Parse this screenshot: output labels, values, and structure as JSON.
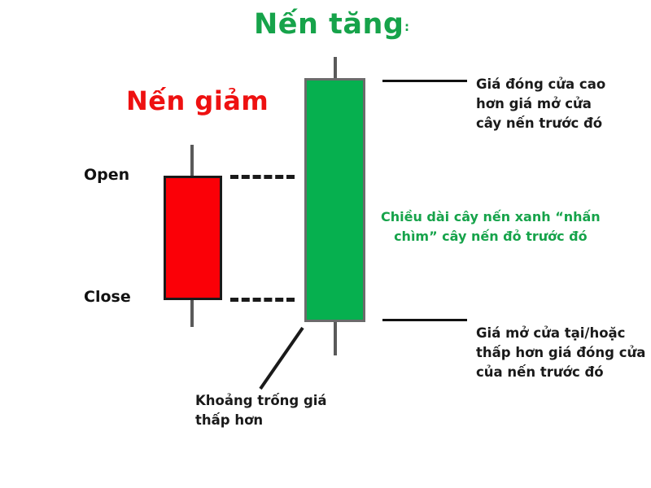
{
  "diagram": {
    "type": "candlestick-pattern-illustration",
    "pattern_name": "Bullish Engulfing",
    "background": "#ffffff"
  },
  "titles": {
    "bullish": "Nến tăng",
    "bullish_mark": ":",
    "bearish": "Nến giảm"
  },
  "axis_labels": {
    "open": "Open",
    "close": "Close"
  },
  "candles": {
    "bearish": {
      "name": "Nến giảm",
      "fill_color": "#fb0007",
      "border_color": "#1a1a1a"
    },
    "bullish": {
      "name": "Nến tăng",
      "fill_color": "#06b04f",
      "border_color": "#6b6b6b"
    }
  },
  "annotations": {
    "close_higher": {
      "lines": [
        "Giá đóng cửa cao",
        "hơn giá mở cửa",
        "cây nến trước đó"
      ],
      "color": "#1a1a1a"
    },
    "open_lower": {
      "lines": [
        "Giá mở cửa tại/hoặc",
        "thấp hơn giá đóng cửa",
        "của nến trước đó"
      ],
      "color": "#1a1a1a"
    },
    "engulfing": {
      "lines": [
        "Chiều dài cây nến xanh “nhấn",
        "chìm” cây nến đỏ trước đó"
      ],
      "color": "#16a34a"
    },
    "price_gap": {
      "lines": [
        "Khoảng trống giá",
        "thấp hơn"
      ],
      "color": "#1a1a1a"
    }
  }
}
